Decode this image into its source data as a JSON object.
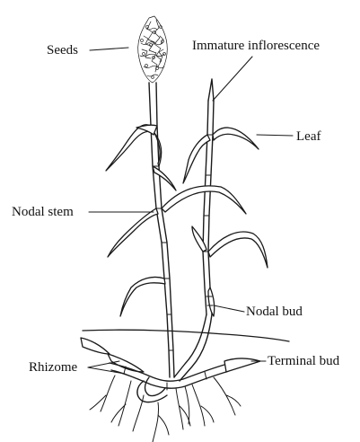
{
  "labels": {
    "seeds": "Seeds",
    "immature_inflorescence": "Immature inflorescence",
    "leaf": "Leaf",
    "nodal_stem": "Nodal stem",
    "nodal_bud": "Nodal bud",
    "terminal_bud": "Terminal bud",
    "rhizome": "Rhizome"
  }
}
